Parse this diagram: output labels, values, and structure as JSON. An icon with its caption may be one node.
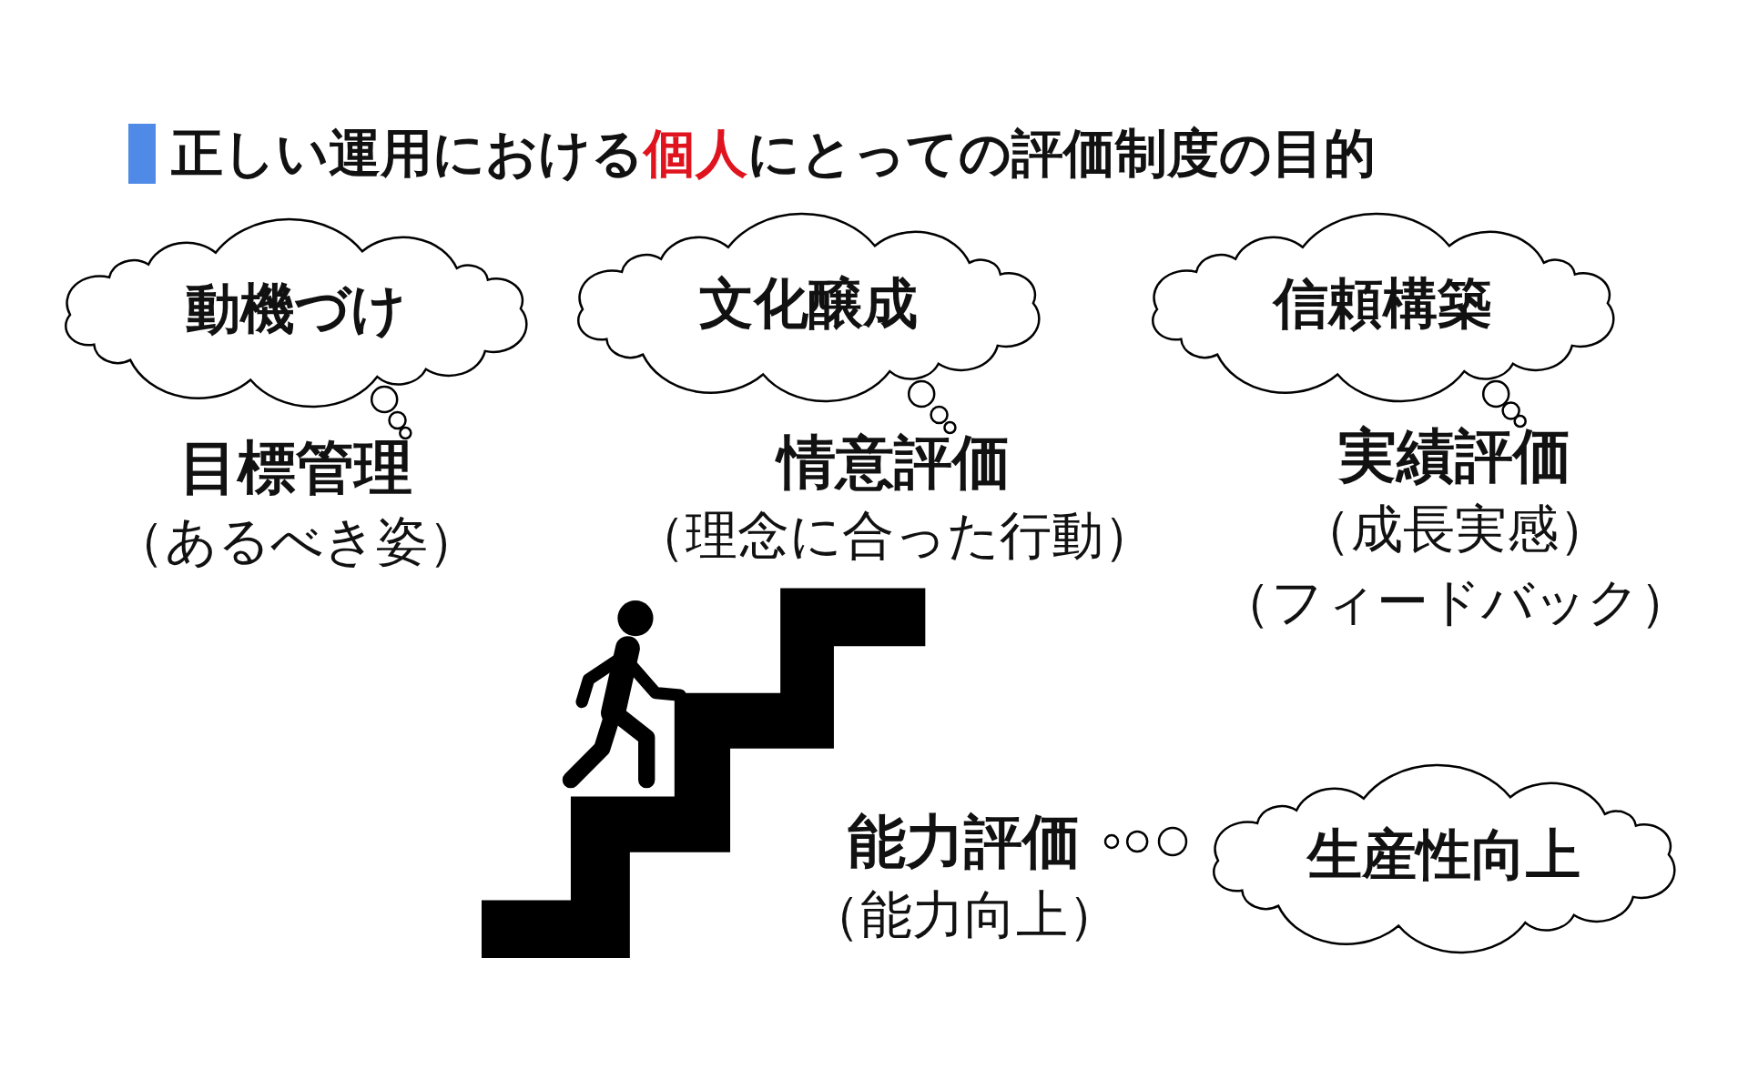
{
  "diagram": {
    "title": "正しい運用における**個人**にとっての評価制度の目的",
    "nodes": [
      {
        "text": [
          "動機づけ"
        ]
      },
      {
        "text": [
          "文化醸成"
        ]
      },
      {
        "text": [
          "信頼構築"
        ]
      },
      {
        "text": [
          "目標管理",
          "（あるべき姿）"
        ]
      },
      {
        "text": [
          "情意評価",
          "（理念に合った行動）"
        ]
      },
      {
        "text": [
          "実績評価",
          "（成長実感）",
          "（フィードバック）"
        ]
      },
      {
        "text": [
          "能力評価",
          "（能力向上）"
        ]
      },
      {
        "text": [
          "生産性向上"
        ]
      }
    ],
    "edges": [
      {
        "from": 3,
        "to": 0,
        "arrow": "none"
      },
      {
        "from": 4,
        "to": 1,
        "arrow": "none"
      },
      {
        "from": 5,
        "to": 2,
        "arrow": "none"
      },
      {
        "from": 6,
        "to": 7,
        "arrow": "none"
      }
    ]
  }
}
